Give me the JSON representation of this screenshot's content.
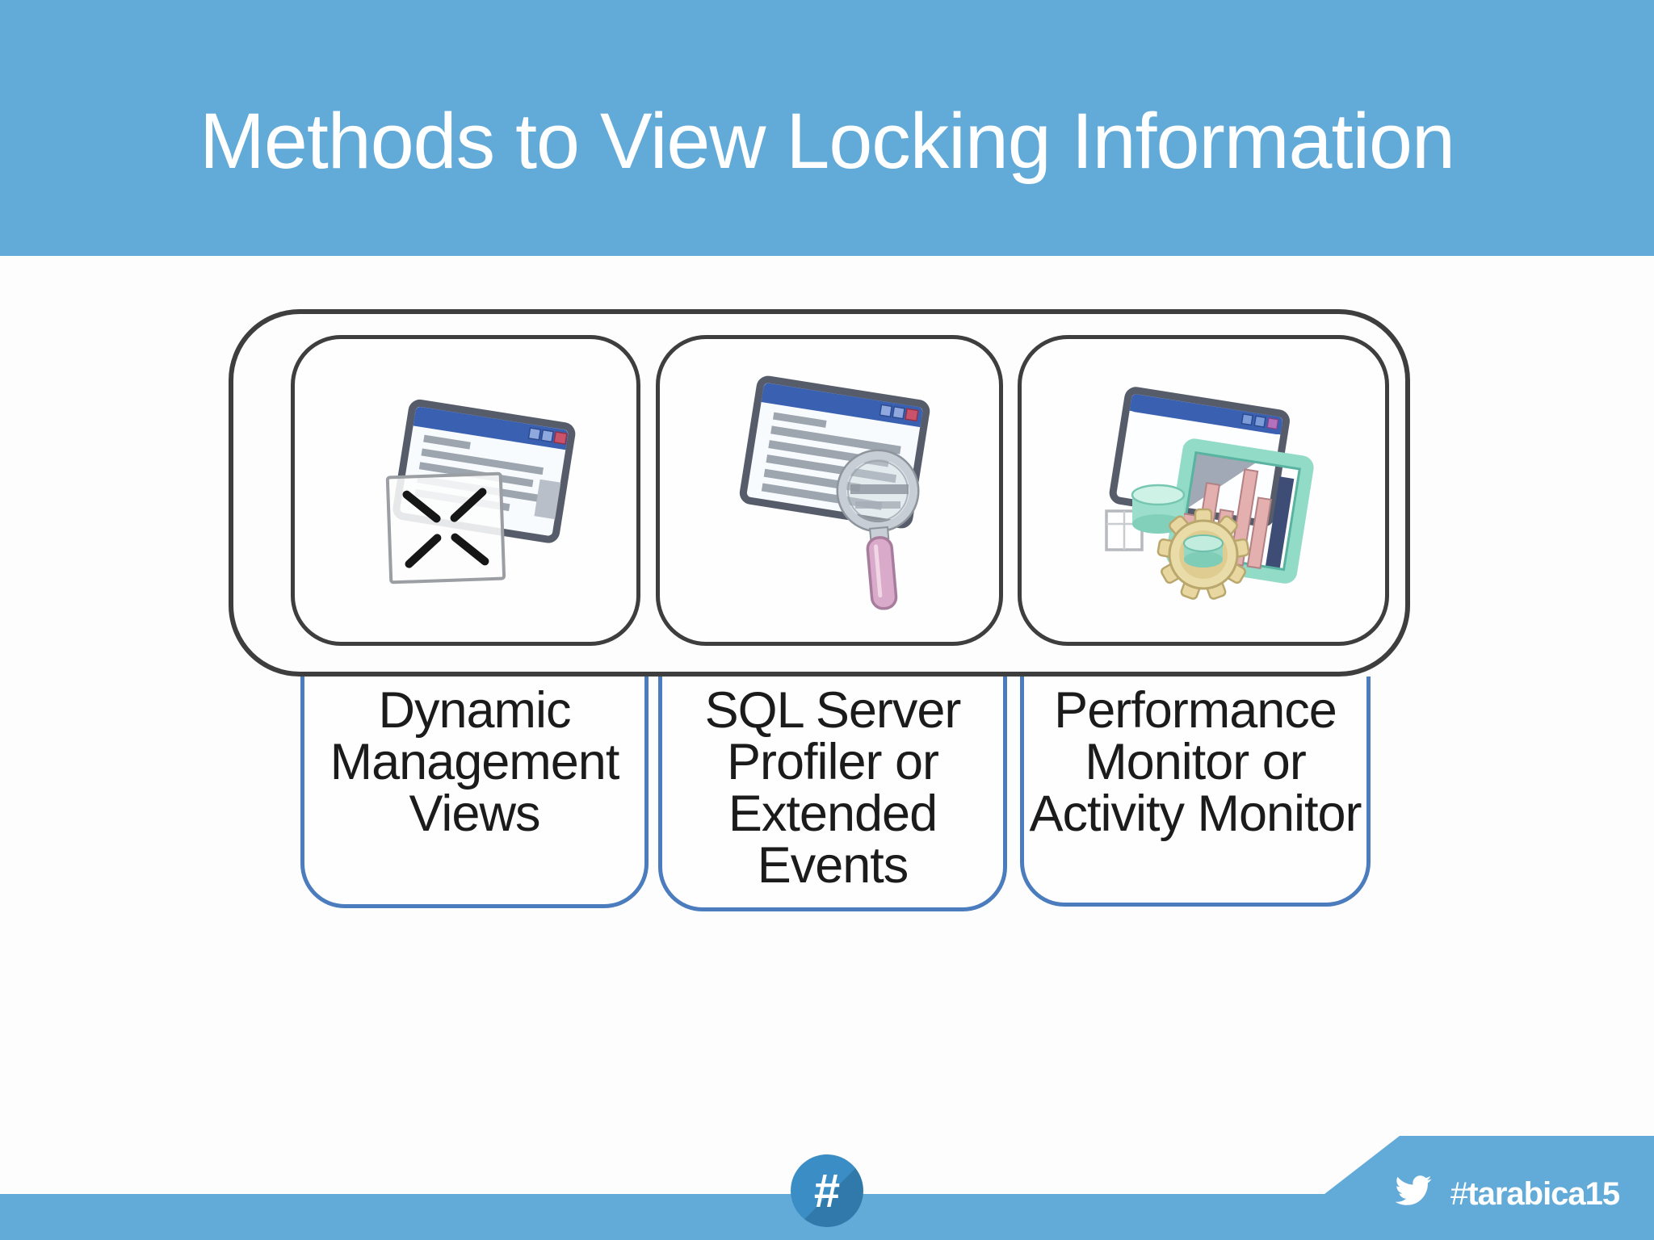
{
  "slide": {
    "title": "Methods to View Locking Information",
    "colors": {
      "accent_blue": "#62ABD9",
      "badge_blue": "#3B8EC5",
      "container_border_dark": "#3E3E3E",
      "label_border_blue": "#4A7CBE",
      "label_text": "#1B1B1B",
      "title_text": "#FFFFFF"
    }
  },
  "methods": [
    {
      "label": "Dynamic Management Views",
      "icon": "window-envelope-icon"
    },
    {
      "label": "SQL Server Profiler or Extended Events",
      "icon": "window-magnifier-icon"
    },
    {
      "label": "Performance Monitor or Activity Monitor",
      "icon": "window-chart-gear-icon"
    }
  ],
  "footer": {
    "hash_badge_symbol": "#",
    "hashtag_prefix": "#",
    "hashtag_word": "tarabica15",
    "twitter_icon": "twitter-bird-icon"
  }
}
